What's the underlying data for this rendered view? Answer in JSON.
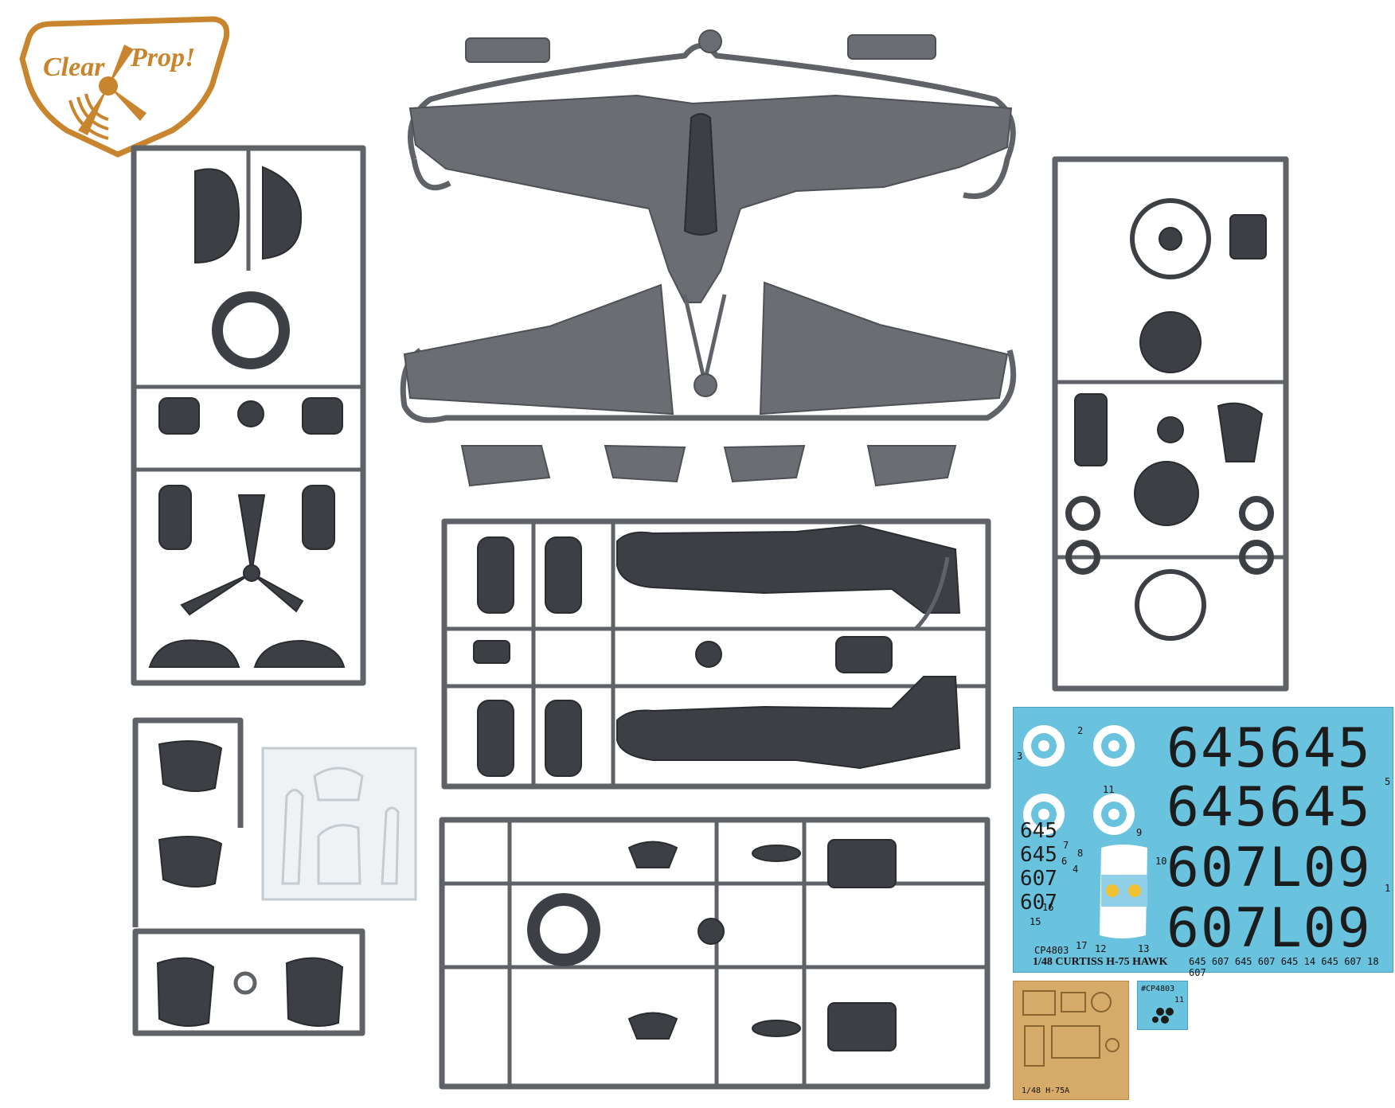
{
  "logo": {
    "brand_left": "Clear",
    "brand_right": "Prop!",
    "color": "#c9852e"
  },
  "sprue_colors": {
    "grey_plastic": "#5f6266",
    "dark_plastic": "#3c3f43",
    "clear_plastic": "#e8edf0"
  },
  "decal_sheet": {
    "background": "#69c2de",
    "big_numbers": [
      "645645",
      "645645",
      "607L09",
      "607L09"
    ],
    "small_numbers": [
      "645",
      "645",
      "607",
      "607"
    ],
    "product_code": "CP4803",
    "title": "1/48 CURTISS H-75 HAWK",
    "strip": [
      "645",
      "607",
      "645",
      "607",
      "645",
      "14",
      "645",
      "607",
      "18",
      "607"
    ],
    "callouts": [
      "1",
      "2",
      "3",
      "4",
      "5",
      "6",
      "7",
      "8",
      "9",
      "10",
      "11",
      "12",
      "13",
      "15",
      "16",
      "17"
    ]
  },
  "photo_etch": {
    "label": "1/48 H-75A",
    "background": "#d6ab6a"
  },
  "mask_sheet": {
    "code": "#CP4803",
    "callout": "11"
  }
}
